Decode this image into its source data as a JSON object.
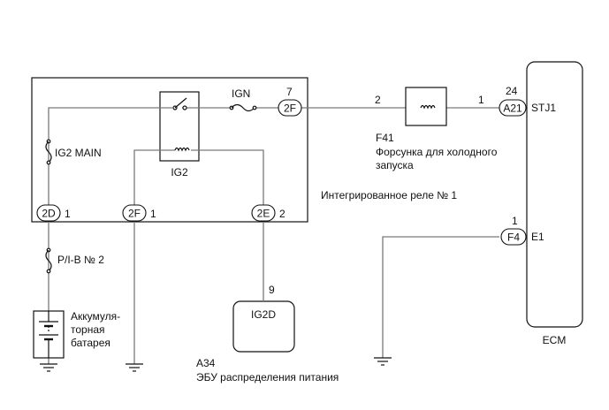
{
  "relay_block": {
    "title": "Интегрированное реле № 1",
    "fuse_ign": "IGN",
    "fuse_ig2_main": "IG2 MAIN",
    "relay_ig2": "IG2"
  },
  "connectors": {
    "c2f_out": {
      "label": "2F",
      "pin": "7"
    },
    "c2d": {
      "label": "2D",
      "pin": "1"
    },
    "c2f_in": {
      "label": "2F",
      "pin": "1"
    },
    "c2e": {
      "label": "2E",
      "pin": "2"
    },
    "a21": {
      "label": "A21",
      "pin": "24"
    },
    "f4": {
      "label": "F4",
      "pin": "1"
    }
  },
  "injector": {
    "ref": "F41",
    "pin_left": "2",
    "pin_right": "1",
    "name_line1": "Форсунка для холодного",
    "name_line2": "запуска"
  },
  "ecm": {
    "name": "ECM",
    "terminal_stj1": "STJ1",
    "terminal_e1": "E1"
  },
  "fuse_pib": "P/I-B № 2",
  "battery": {
    "line1": "Аккумуля-",
    "line2": "торная",
    "line3": "батарея"
  },
  "ecu": {
    "box_label": "IG2D",
    "pin": "9",
    "ref": "A34",
    "name": "ЭБУ распределения питания"
  }
}
